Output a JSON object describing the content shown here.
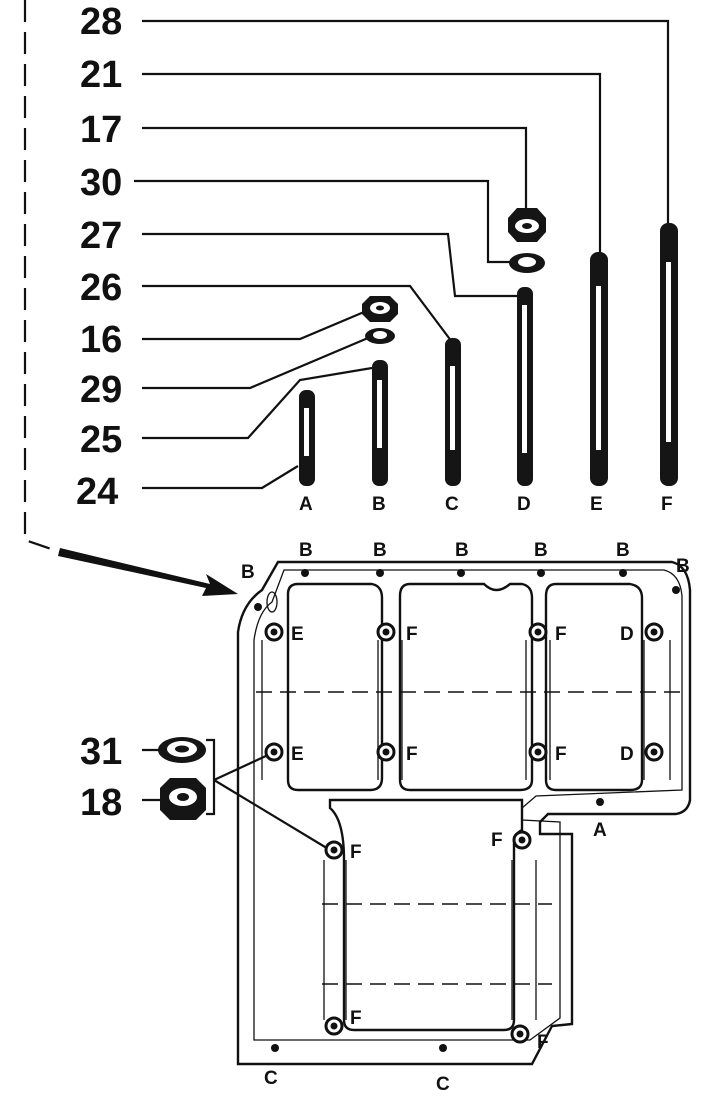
{
  "callouts": {
    "c28": "28",
    "c21": "21",
    "c17": "17",
    "c30": "30",
    "c27": "27",
    "c26": "26",
    "c16": "16",
    "c29": "29",
    "c25": "25",
    "c24": "24",
    "c31": "31",
    "c18": "18"
  },
  "stud_letters": {
    "a": "A",
    "b": "B",
    "c": "C",
    "d": "D",
    "e": "E",
    "f": "F"
  },
  "plate_letters": {
    "b": "B",
    "c": "C",
    "d": "D",
    "e": "E",
    "f": "F",
    "a": "A"
  }
}
